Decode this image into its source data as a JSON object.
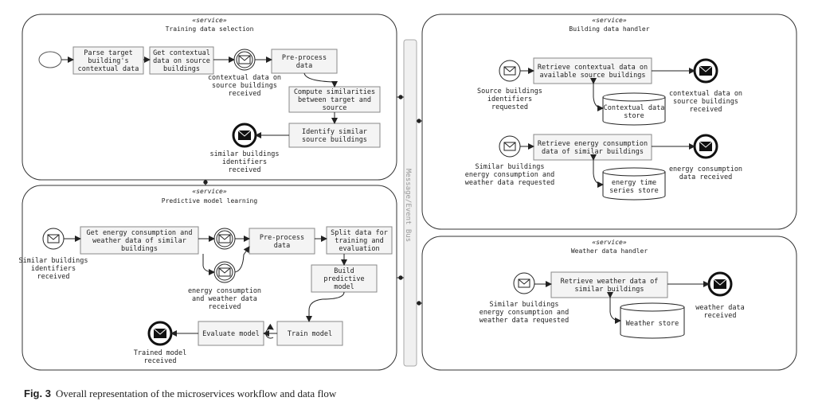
{
  "stereotype": "«service»",
  "bus_label": "Message/Event Bus",
  "caption": {
    "number": "Fig. 3",
    "text": "Overall representation of the microservices workflow and data flow"
  },
  "services": {
    "training": {
      "title": "Training data selection",
      "tasks": {
        "parse": [
          "Parse target",
          "building's",
          "contextual data"
        ],
        "get_context": [
          "Get contextual",
          "data on source",
          "buildings"
        ],
        "preprocess": [
          "Pre-process",
          "data"
        ],
        "similarities": [
          "Compute similarities",
          "between target and",
          "source"
        ],
        "identify": [
          "Identify similar",
          "source buildings"
        ]
      },
      "events": {
        "ctx_received": [
          "contextual data on",
          "source buildings",
          "received"
        ],
        "ids_received": [
          "similar buildings",
          "identifiers",
          "received"
        ]
      }
    },
    "predictive": {
      "title": "Predictive model learning",
      "tasks": {
        "get_energy": [
          "Get energy consumption and",
          "weather data of similar",
          "buildings"
        ],
        "preprocess": [
          "Pre-process",
          "data"
        ],
        "split": [
          "Split data for",
          "training and",
          "evaluation"
        ],
        "build": [
          "Build",
          "predictive",
          "model"
        ],
        "train": [
          "Train model"
        ],
        "evaluate": [
          "Evaluate model"
        ]
      },
      "events": {
        "start": [
          "Similar buildings",
          "identifiers",
          "received"
        ],
        "energy_received": [
          "energy consumption",
          "and weather data",
          "received"
        ],
        "end": [
          "Trained model",
          "received"
        ]
      }
    },
    "building": {
      "title": "Building data handler",
      "tasks": {
        "retrieve_ctx": [
          "Retrieve contextual data on",
          "available source buildings"
        ],
        "retrieve_energy": [
          "Retrieve energy consumption",
          "data of similar buildings"
        ]
      },
      "stores": {
        "ctx_store": [
          "Contextual data",
          "store"
        ],
        "energy_store": [
          "energy time",
          "series store"
        ]
      },
      "events": {
        "start1": [
          "Source buildings",
          "identifiers",
          "requested"
        ],
        "end1": [
          "contextual data on",
          "source buildings",
          "received"
        ],
        "start2": [
          "Similar buildings",
          "energy consumption and",
          "weather data requested"
        ],
        "end2": [
          "energy consumption",
          "data received"
        ]
      }
    },
    "weather": {
      "title": "Weather data handler",
      "tasks": {
        "retrieve": [
          "Retrieve weather data of",
          "similar buildings"
        ]
      },
      "stores": {
        "store": [
          "Weather store"
        ]
      },
      "events": {
        "start": [
          "Similar buildings",
          "energy consumption and",
          "weather data requested"
        ],
        "end": [
          "weather data",
          "received"
        ]
      }
    }
  }
}
